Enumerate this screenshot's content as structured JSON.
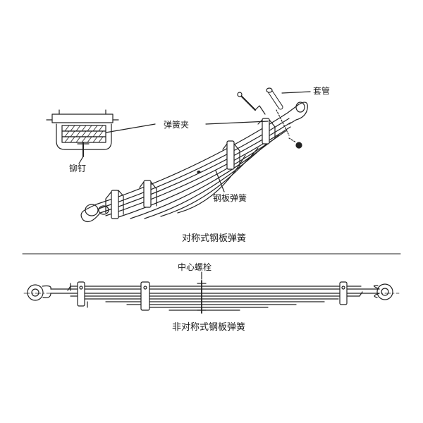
{
  "top_diagram": {
    "labels": {
      "sleeve": "套管",
      "spring_clip": "弹簧夹",
      "rivet": "铆钉",
      "leaf_spring": "钢板弹簧"
    },
    "caption": "对称式钢板弹簧"
  },
  "bottom_diagram": {
    "labels": {
      "center_bolt": "中心螺栓"
    },
    "caption": "非对称式钢板弹簧"
  }
}
